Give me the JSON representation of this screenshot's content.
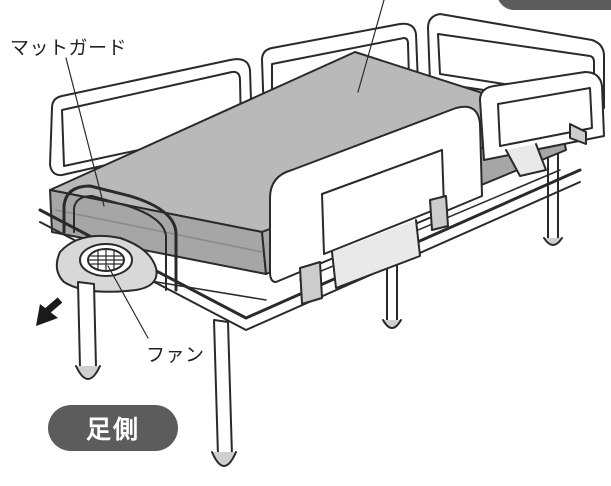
{
  "labels": {
    "mat_guard": "マットガード",
    "fan": "ファン",
    "foot_side": "足側"
  },
  "colors": {
    "line": "#2a2a2a",
    "mattress": "#b9b9b9",
    "mattress_side": "#a6a6a6",
    "frame": "#d8d8d8",
    "badge": "#5c5c5c",
    "white": "#ffffff"
  },
  "icons": {
    "direction_arrow": "arrow-icon",
    "fan": "fan-icon"
  }
}
